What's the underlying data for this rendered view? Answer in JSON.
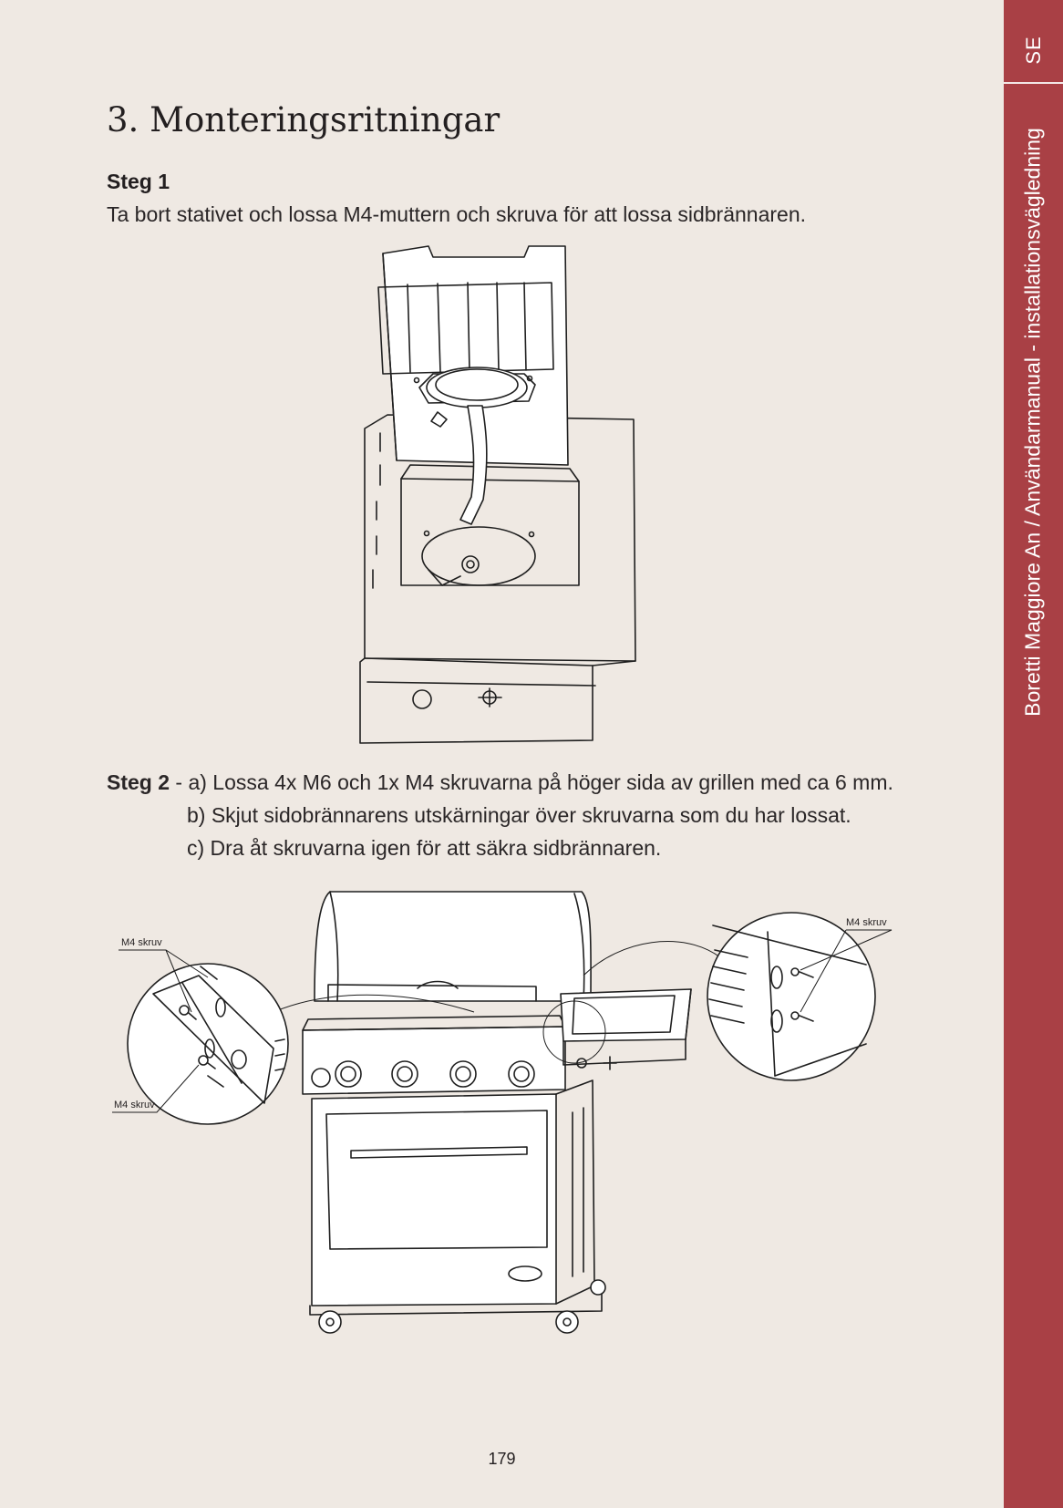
{
  "sidebar": {
    "lang": "SE",
    "title": "Boretti Maggiore An / Användarmanual - installationsvägledning",
    "color": "#a94045"
  },
  "page_title": "3. Monteringsritningar",
  "step1": {
    "heading": "Steg 1",
    "text": "Ta bort stativet och lossa M4-muttern och skruva för att lossa sidbrännaren."
  },
  "step2": {
    "heading": "Steg 2",
    "line_a": " - a) Lossa 4x M6 och 1x M4 skruvarna på höger sida av grillen med ca 6 mm.",
    "line_b": "b) Skjut sidobrännarens utskärningar över skruvarna som du har lossat.",
    "line_c": "c) Dra åt skruvarna igen för att säkra sidbrännaren."
  },
  "callouts": {
    "left_top": "M4 skruv",
    "left_bottom": "M4 skruv",
    "right_top": "M4 skruv"
  },
  "illustrations": {
    "figure1": "side-burner-exploded",
    "figure2": "grill-side-burner-mounting"
  },
  "page_number": "179"
}
